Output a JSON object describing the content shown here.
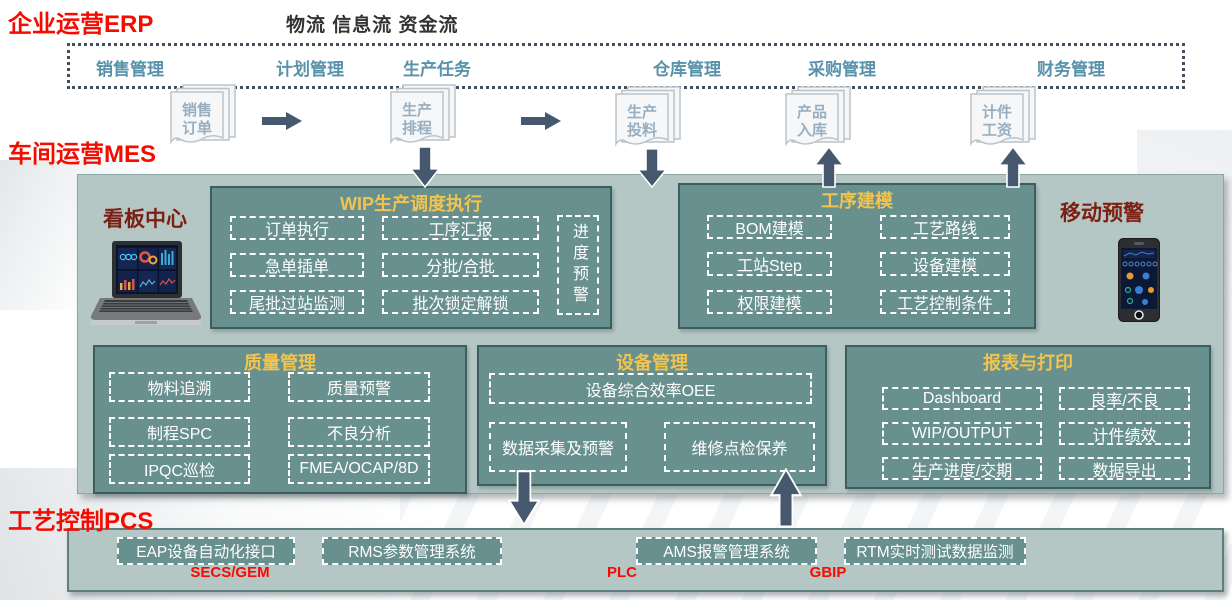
{
  "labels": {
    "erp": "企业运营ERP",
    "flow": "物流 信息流 资金流",
    "mes": "车间运营MES",
    "pcs": "工艺控制PCS",
    "kanban": "看板中心",
    "mobile": "移动预警"
  },
  "erp": {
    "modules": [
      "销售管理",
      "计划管理",
      "生产任务",
      "仓库管理",
      "采购管理",
      "财务管理"
    ],
    "docs": [
      {
        "line1": "销售",
        "line2": "订单"
      },
      {
        "line1": "生产",
        "line2": "排程"
      },
      {
        "line1": "生产",
        "line2": "投料"
      },
      {
        "line1": "产品",
        "line2": "入库"
      },
      {
        "line1": "计件",
        "line2": "工资"
      }
    ]
  },
  "mes": {
    "wip": {
      "title": "WIP生产调度执行",
      "items": [
        "订单执行",
        "工序汇报",
        "急单插单",
        "分批/合批",
        "尾批过站监测",
        "批次锁定解锁"
      ],
      "side": "进度预警"
    },
    "modeling": {
      "title": "工序建模",
      "items": [
        "BOM建模",
        "工艺路线",
        "工站Step",
        "设备建模",
        "权限建模",
        "工艺控制条件"
      ]
    },
    "quality": {
      "title": "质量管理",
      "items": [
        "物料追溯",
        "质量预警",
        "制程SPC",
        "不良分析",
        "IPQC巡检",
        "FMEA/OCAP/8D"
      ]
    },
    "equipment": {
      "title": "设备管理",
      "oee": "设备综合效率OEE",
      "items": [
        "数据采集及预警",
        "维修点检保养"
      ]
    },
    "report": {
      "title": "报表与打印",
      "items": [
        "Dashboard",
        "良率/不良",
        "WIP/OUTPUT",
        "计件绩效",
        "生产进度/交期",
        "数据导出"
      ]
    }
  },
  "pcs": {
    "systems": [
      "EAP设备自动化接口",
      "RMS参数管理系统",
      "AMS报警管理系统",
      "RTM实时测试数据监测"
    ],
    "protocols": [
      "SECS/GEM",
      "PLC",
      "GBIP"
    ]
  },
  "colors": {
    "heading_red": "#f70b00",
    "dark_red": "#7d2014",
    "title_yellow": "#f2c44e",
    "panel_teal": "#67908e",
    "panel_border": "#3c5f5e",
    "container_teal": "#b5c7c4",
    "module_blue": "#5892ab",
    "doc_text": "#98afc1",
    "arrow_slate": "#46586e"
  }
}
